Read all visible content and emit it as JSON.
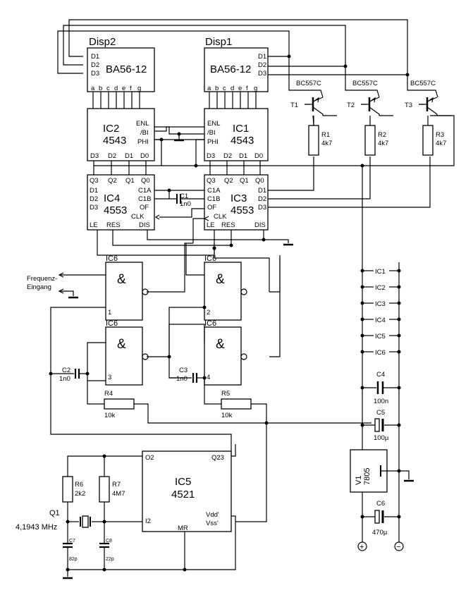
{
  "displays": [
    {
      "ref": "Disp2",
      "part": "BA56-12",
      "segments": [
        "a",
        "b",
        "c",
        "d",
        "e",
        "f",
        "g"
      ],
      "digits": [
        "D1",
        "D2",
        "D3"
      ]
    },
    {
      "ref": "Disp1",
      "part": "BA56-12",
      "segments": [
        "a",
        "b",
        "c",
        "d",
        "e",
        "f",
        "g"
      ],
      "digits": [
        "D1",
        "D2",
        "D3"
      ]
    }
  ],
  "decoders": [
    {
      "ref": "IC2",
      "part": "4543",
      "controls": [
        "ENL",
        "/BI",
        "PHI"
      ],
      "inputs": [
        "D3",
        "D2",
        "D1",
        "D0"
      ]
    },
    {
      "ref": "IC1",
      "part": "4543",
      "controls": [
        "ENL",
        "/BI",
        "PHI"
      ],
      "inputs": [
        "D3",
        "D2",
        "D1",
        "D0"
      ]
    }
  ],
  "counters": [
    {
      "ref": "IC4",
      "part": "4553",
      "outputs": [
        "Q3",
        "Q2",
        "Q1",
        "Q0"
      ],
      "digits": [
        "D1",
        "D2",
        "D3"
      ],
      "pins": [
        "C1A",
        "C1B",
        "OF",
        "CLK"
      ],
      "controls": [
        "LE",
        "RES",
        "DIS"
      ]
    },
    {
      "ref": "IC3",
      "part": "4553",
      "outputs": [
        "Q3",
        "Q2",
        "Q1",
        "Q0"
      ],
      "digits": [
        "D1",
        "D2",
        "D3"
      ],
      "pins": [
        "C1A",
        "C1B",
        "OF",
        "CLK"
      ],
      "controls": [
        "LE",
        "RES",
        "DIS"
      ]
    }
  ],
  "transistors": [
    {
      "ref": "T1",
      "part": "BC557C"
    },
    {
      "ref": "T2",
      "part": "BC557C"
    },
    {
      "ref": "T3",
      "part": "BC557C"
    }
  ],
  "resistors": [
    {
      "ref": "R1",
      "value": "4k7"
    },
    {
      "ref": "R2",
      "value": "4k7"
    },
    {
      "ref": "R3",
      "value": "4k7"
    },
    {
      "ref": "R4",
      "value": "10k"
    },
    {
      "ref": "R5",
      "value": "10k"
    },
    {
      "ref": "R6",
      "value": "2k2"
    },
    {
      "ref": "R7",
      "value": "4M7"
    }
  ],
  "caps": {
    "C1": {
      "ref": "C1",
      "value": "1n0"
    },
    "C2": {
      "ref": "C2",
      "value": "1n0"
    },
    "C3": {
      "ref": "C3",
      "value": "1n0"
    },
    "C4": {
      "ref": "C4",
      "value": "100n"
    },
    "C5": {
      "ref": "C5",
      "value": "100µ"
    },
    "C6": {
      "ref": "C6",
      "value": "470µ"
    },
    "C7": {
      "ref": "C7",
      "value": "82p"
    },
    "C8": {
      "ref": "C8",
      "value": "22p"
    }
  },
  "gates": {
    "ref": "IC6",
    "symbol": "&",
    "pins": [
      "1",
      "2",
      "3",
      "4"
    ]
  },
  "input_label": [
    "Frequenz-",
    "Eingang"
  ],
  "oscillator": {
    "ref": "IC5",
    "part": "4521",
    "pins": [
      "O2",
      "Q23",
      "I2",
      "Vdd'",
      "Vss'",
      "MR"
    ]
  },
  "crystal": {
    "ref": "Q1",
    "value": "4,1943 MHz"
  },
  "regulator": {
    "ref": "V1",
    "part": "7805"
  },
  "supply_list": [
    "IC1",
    "IC2",
    "IC3",
    "IC4",
    "IC5",
    "IC6"
  ],
  "terminals": {
    "plus": "+",
    "minus": "−"
  }
}
